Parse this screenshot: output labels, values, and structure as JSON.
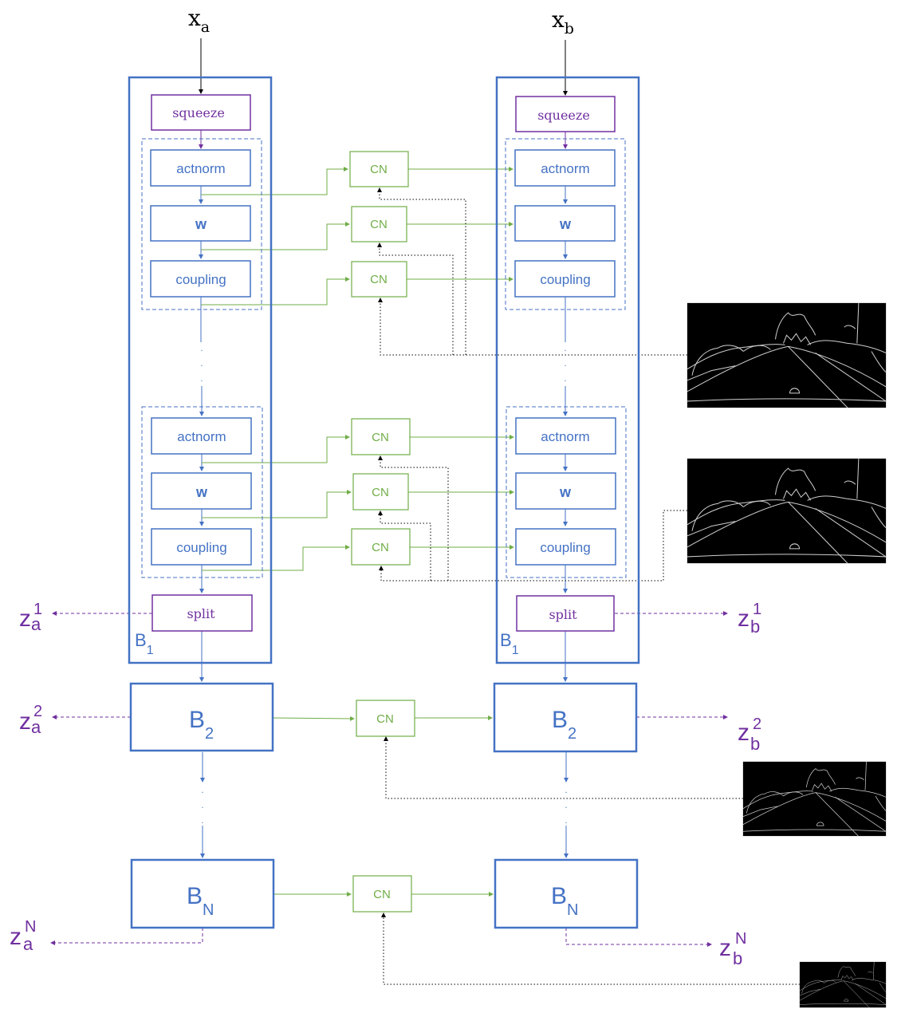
{
  "colors": {
    "blue": "#4472c4",
    "purple": "#7030a0",
    "green": "#70ad47",
    "black": "#000000",
    "edge_bg": "#000000",
    "edge_line": "#d9d9d9"
  },
  "inputs": {
    "a": {
      "base": "x",
      "sub": "a"
    },
    "b": {
      "base": "x",
      "sub": "b"
    }
  },
  "labels": {
    "squeeze": "squeeze",
    "actnorm": "actnorm",
    "w": "w",
    "coupling": "coupling",
    "split": "split",
    "cn": "CN",
    "ellipsis": "·"
  },
  "blocks": {
    "b1": {
      "base": "B",
      "sub": "1"
    },
    "b2": {
      "base": "B",
      "sub": "2"
    },
    "bn": {
      "base": "B",
      "sub": "N"
    }
  },
  "outputs": {
    "za1": {
      "base": "z",
      "sub": "a",
      "sup": "1"
    },
    "zb1": {
      "base": "z",
      "sub": "b",
      "sup": "1"
    },
    "za2": {
      "base": "z",
      "sub": "a",
      "sup": "2"
    },
    "zb2": {
      "base": "z",
      "sub": "b",
      "sup": "2"
    },
    "zaN": {
      "base": "z",
      "sub": "a",
      "sup": "N"
    },
    "zbN": {
      "base": "z",
      "sub": "b",
      "sup": "N"
    }
  },
  "condition_images": [
    {
      "name": "edge-map-1"
    },
    {
      "name": "edge-map-2"
    },
    {
      "name": "edge-map-3"
    },
    {
      "name": "edge-map-4"
    }
  ]
}
